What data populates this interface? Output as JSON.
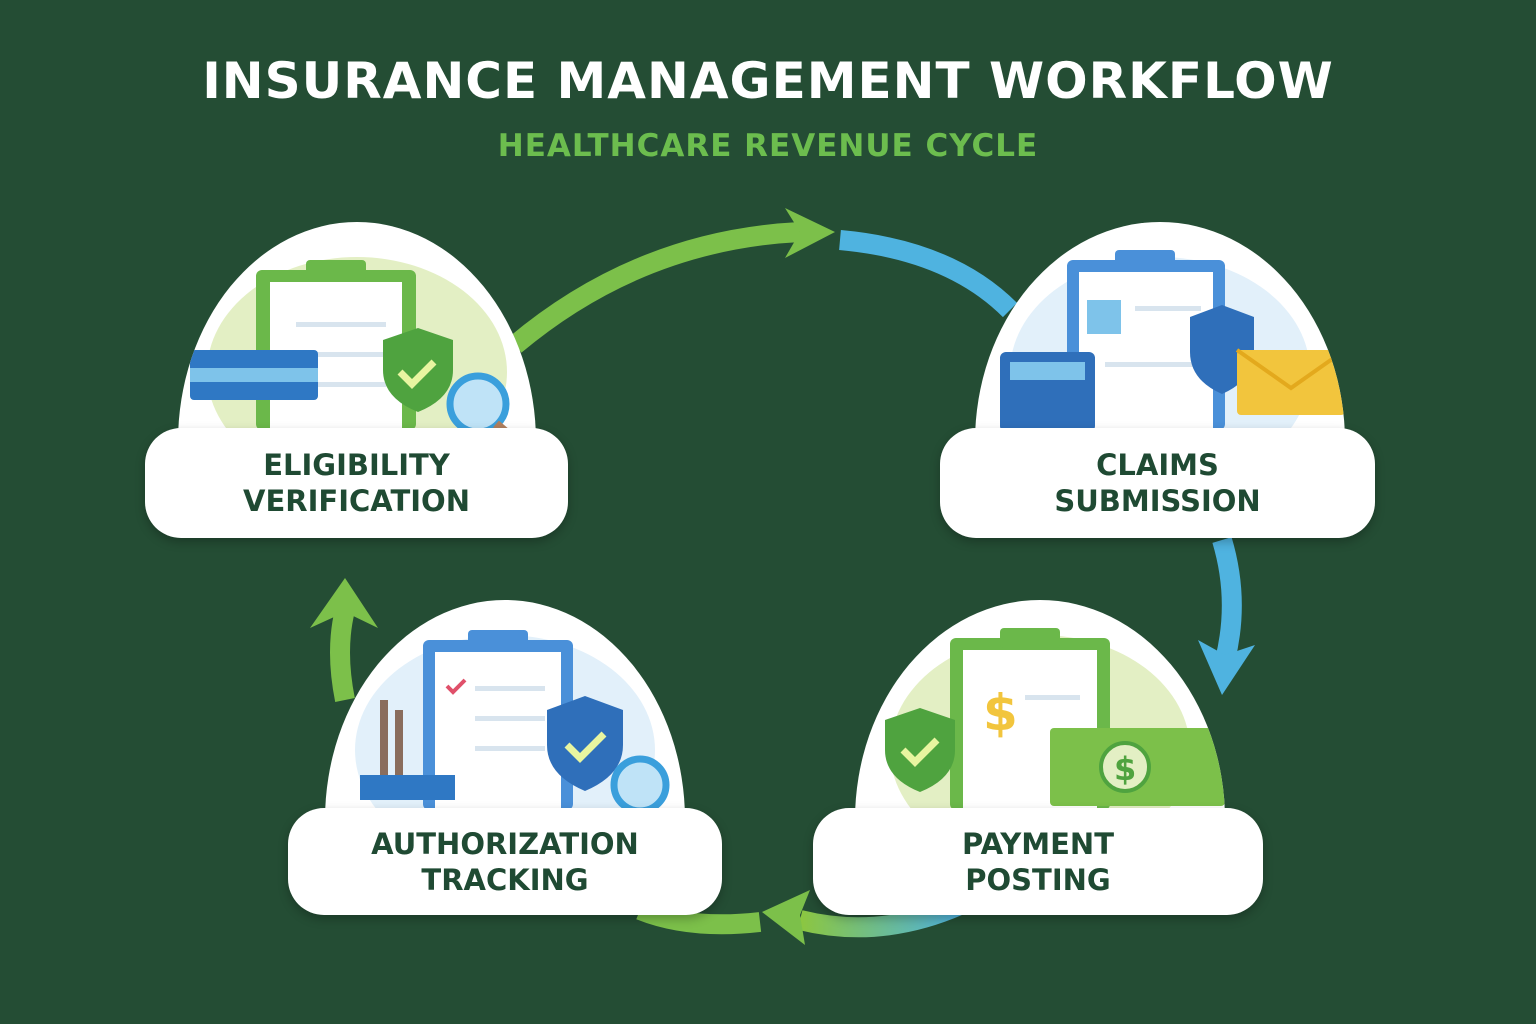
{
  "title": "INSURANCE MANAGEMENT WORKFLOW",
  "subtitle": "HEALTHCARE REVENUE CYCLE",
  "colors": {
    "background": "#244d34",
    "green": "#7cc04a",
    "blue": "#4fb3e0",
    "label_text": "#1f4a33"
  },
  "steps": [
    {
      "line1": "ELIGIBILITY",
      "line2": "VERIFICATION",
      "icons": [
        "clipboard-icon",
        "shield-check-icon",
        "credit-card-icon",
        "magnifier-icon"
      ]
    },
    {
      "line1": "CLAIMS",
      "line2": "SUBMISSION",
      "icons": [
        "clipboard-icon",
        "calculator-icon",
        "shield-icon",
        "envelope-icon"
      ]
    },
    {
      "line1": "AUTHORIZATION",
      "line2": "TRACKING",
      "icons": [
        "clipboard-checklist-icon",
        "shield-check-icon",
        "magnifier-icon"
      ]
    },
    {
      "line1": "PAYMENT",
      "line2": "POSTING",
      "icons": [
        "clipboard-dollar-icon",
        "shield-check-icon",
        "banknote-icon"
      ]
    }
  ]
}
